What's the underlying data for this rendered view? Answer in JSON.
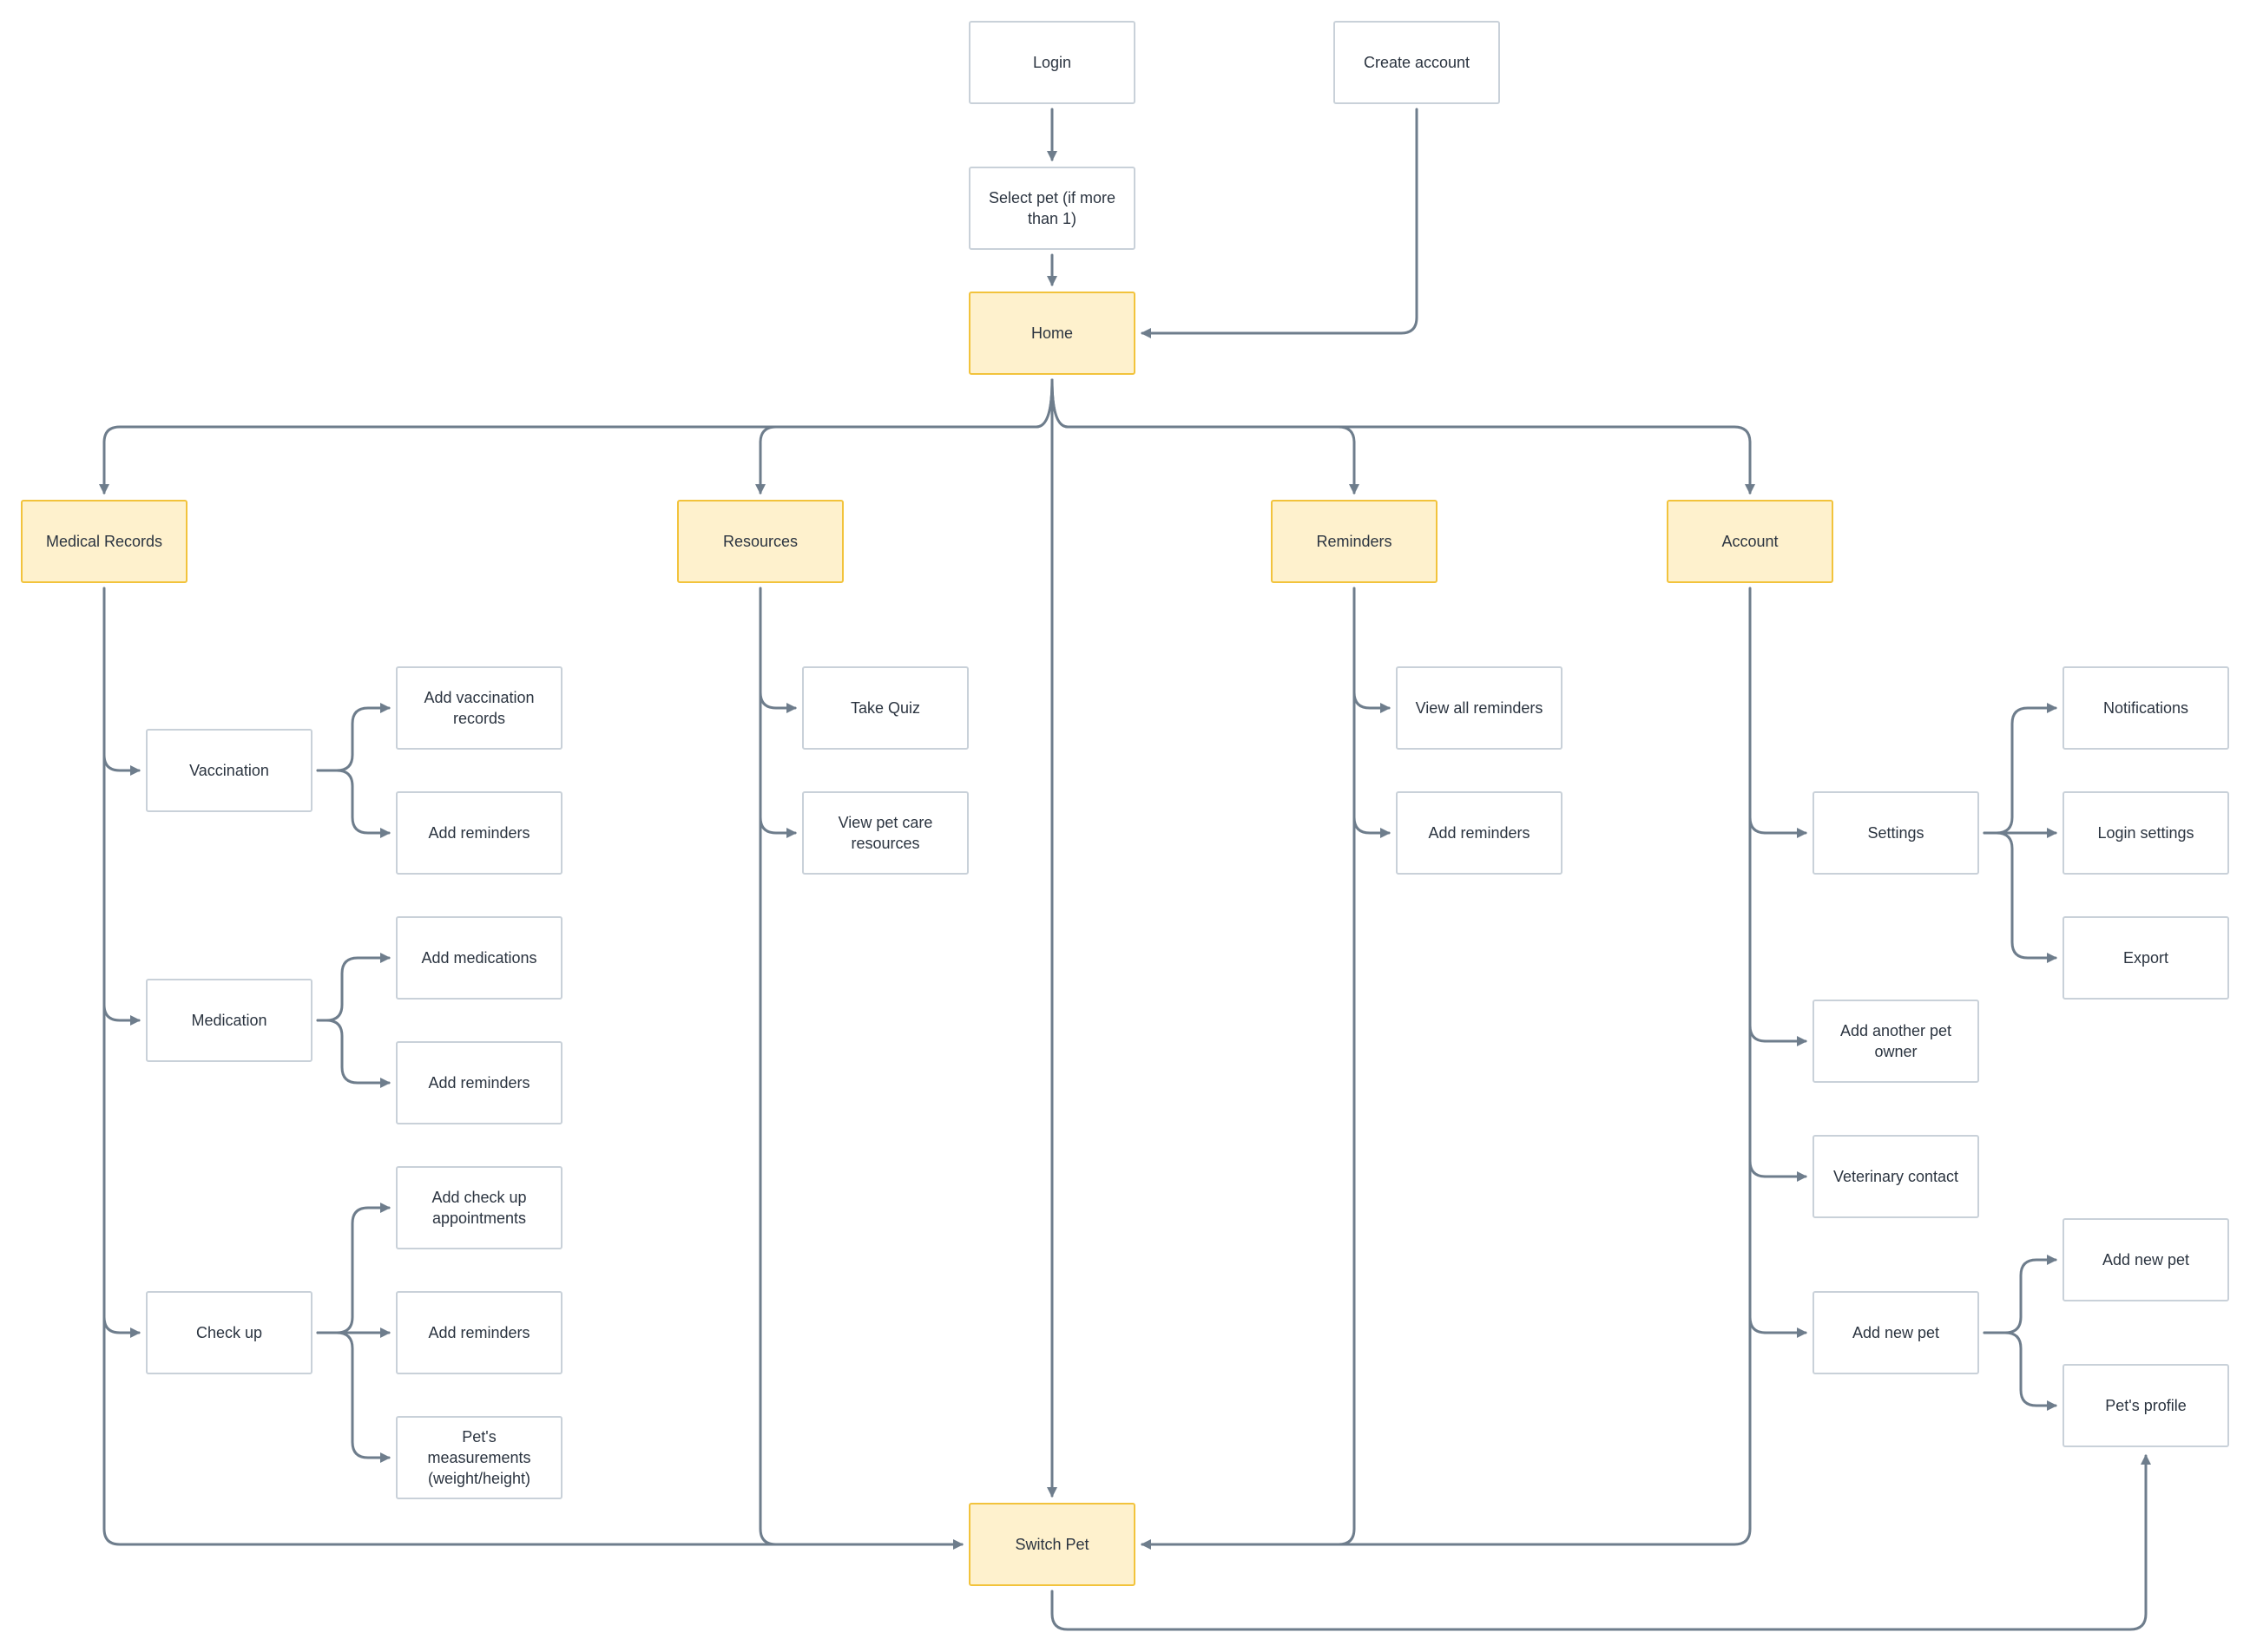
{
  "diagram": {
    "colors": {
      "line": "#6e7d8c",
      "highlight_fill": "#fef1cd",
      "highlight_border": "#f2c33c",
      "node_border": "#c9d1d9"
    },
    "nodes": {
      "login": "Login",
      "create_account": "Create account",
      "select_pet": "Select pet (if more than 1)",
      "home": "Home",
      "medical_records": "Medical Records",
      "resources": "Resources",
      "reminders": "Reminders",
      "account": "Account",
      "vaccination": "Vaccination",
      "add_vaccination_records": "Add vaccination records",
      "vacc_add_reminders": "Add reminders",
      "medication": "Medication",
      "add_medications": "Add medications",
      "med_add_reminders": "Add reminders",
      "check_up": "Check up",
      "add_checkup_appointments": "Add check up appointments",
      "checkup_add_reminders": "Add reminders",
      "pets_measurements": "Pet's measurements (weight/height)",
      "take_quiz": "Take Quiz",
      "view_pet_care_resources": "View pet care resources",
      "view_all_reminders": "View all reminders",
      "rem_add_reminders": "Add reminders",
      "settings": "Settings",
      "notifications": "Notifications",
      "login_settings": "Login settings",
      "export": "Export",
      "add_another_pet_owner": "Add another pet owner",
      "veterinary_contact": "Veterinary contact",
      "acct_add_new_pet": "Add new pet",
      "add_new_pet": "Add new pet",
      "pets_profile": "Pet's profile",
      "switch_pet": "Switch Pet"
    }
  }
}
